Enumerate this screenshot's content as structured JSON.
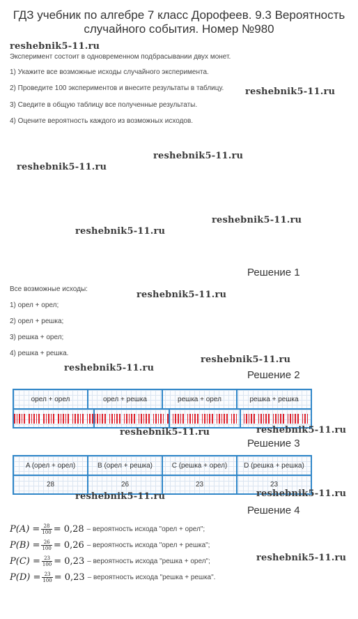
{
  "title_line1": "ГДЗ учебник по алгебре 7 класс Дорофеев. 9.3 Вероятность",
  "title_line2": "случайного события. Номер №980",
  "watermark": "reshebnik5-11.ru",
  "task": {
    "intro": "Эксперимент состоит в одновременном подбрасывании двух монет.",
    "items": [
      "1) Укажите все возможные исходы случайного эксперимента.",
      "2) Проведите 100 экспериментов и внесите результаты в таблицу.",
      "3) Сведите в общую таблицу все полученные результаты.",
      "4) Оцените вероятность каждого из возможных исходов."
    ]
  },
  "solution1": {
    "heading": "Решение 1",
    "intro": "Все возможные исходы:",
    "items": [
      "1) орел + орел;",
      "2) орел + решка;",
      "3) решка + орел;",
      "4) решка + решка."
    ]
  },
  "solution2": {
    "heading": "Решение 2",
    "headers": [
      "орел + орел",
      "орел + решка",
      "решка + орел",
      "решка + решка"
    ],
    "tally_counts": [
      28,
      26,
      23,
      23
    ],
    "tally_color": "#e0202a"
  },
  "solution3": {
    "heading": "Решение 3",
    "headers": [
      "A (орел + орел)",
      "B (орел + решка)",
      "C (решка + орел)",
      "D (решка + решка)"
    ],
    "values": [
      "28",
      "26",
      "23",
      "23"
    ],
    "border_color": "#2f86c8"
  },
  "solution4": {
    "heading": "Решение 4",
    "lines": [
      {
        "lhs": "P(A) =",
        "num": "28",
        "den": "100",
        "rhs": "= 0,28",
        "text": "– вероятность исхода \"орел + орел\";"
      },
      {
        "lhs": "P(B) =",
        "num": "26",
        "den": "100",
        "rhs": "= 0,26",
        "text": "– вероятность исхода \"орел + решка\";"
      },
      {
        "lhs": "P(C) =",
        "num": "23",
        "den": "100",
        "rhs": "= 0,23",
        "text": "– вероятность исхода \"решка + орел\";"
      },
      {
        "lhs": "P(D) =",
        "num": "23",
        "den": "100",
        "rhs": "= 0,23",
        "text": "– вероятность исхода \"решка + решка\"."
      }
    ]
  }
}
